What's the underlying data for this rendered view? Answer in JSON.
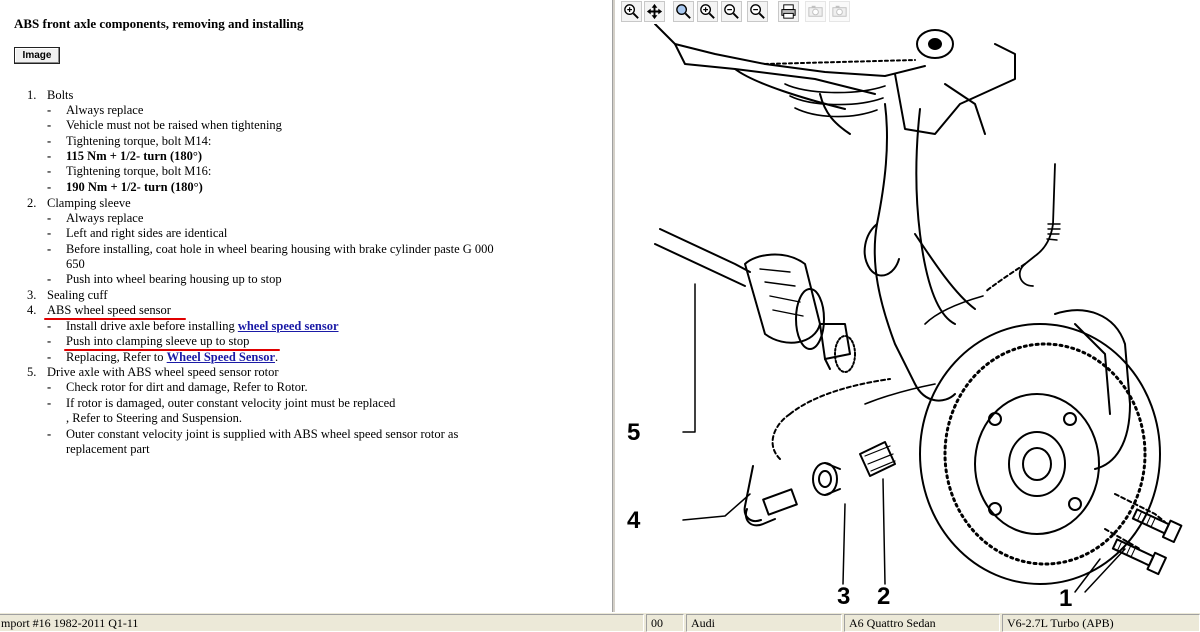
{
  "heading": "ABS front axle components, removing and installing",
  "image_button": "Image",
  "items": [
    {
      "num": "1.",
      "title": "Bolts"
    },
    {
      "num": "2.",
      "title": "Clamping sleeve"
    },
    {
      "num": "3.",
      "title": "Sealing cuff"
    },
    {
      "num": "4.",
      "title": "ABS wheel speed sensor"
    },
    {
      "num": "5.",
      "title": "Drive axle with ABS wheel speed sensor rotor"
    }
  ],
  "bullets": {
    "b1_1": "Always replace",
    "b1_2": "Vehicle must not be raised when tightening",
    "b1_3": "Tightening torque, bolt M14:",
    "b1_4": "115 Nm + 1/2- turn (180°)",
    "b1_5": "Tightening torque, bolt M16:",
    "b1_6": "190 Nm + 1/2- turn (180°)",
    "b2_1": "Always replace",
    "b2_2": "Left and right sides are identical",
    "b2_3a": "Before installing, coat hole in wheel bearing housing with brake cylinder paste G 000",
    "b2_3b": "650",
    "b2_4": "Push into wheel bearing housing up to stop",
    "b4_1": "Install drive axle before installing ",
    "b4_1_link": "wheel speed sensor",
    "b4_2": "Push into clamping sleeve up to stop",
    "b4_3": "Replacing, Refer to ",
    "b4_3_link": "Wheel Speed Sensor",
    "b4_3_end": ".",
    "b5_1": "Check rotor for dirt and damage, Refer to Rotor.",
    "b5_2a": "If rotor is damaged, outer constant velocity joint must be replaced",
    "b5_2b": ", Refer to Steering and Suspension.",
    "b5_3a": "Outer constant velocity joint is supplied with ABS wheel speed sensor rotor as",
    "b5_3b": "replacement part"
  },
  "dash": "-",
  "annotation_color": "#e00000",
  "link_color": "#1a1aa6",
  "toolbar_icons": [
    "zoom-in-icon",
    "pan-icon",
    "zoom-fit-icon",
    "zoom-in-plus-icon",
    "zoom-out-icon",
    "zoom-minus-icon",
    "print-icon",
    "copy-icon",
    "paste-icon"
  ],
  "callouts": {
    "c1": "1",
    "c2": "2",
    "c3": "3",
    "c4": "4",
    "c5": "5"
  },
  "status": {
    "s1": "mport #16 1982-2011 Q1-11",
    "s2": "00",
    "s3": "Audi",
    "s4": "A6 Quattro Sedan",
    "s5": "V6-2.7L Turbo (APB)"
  }
}
